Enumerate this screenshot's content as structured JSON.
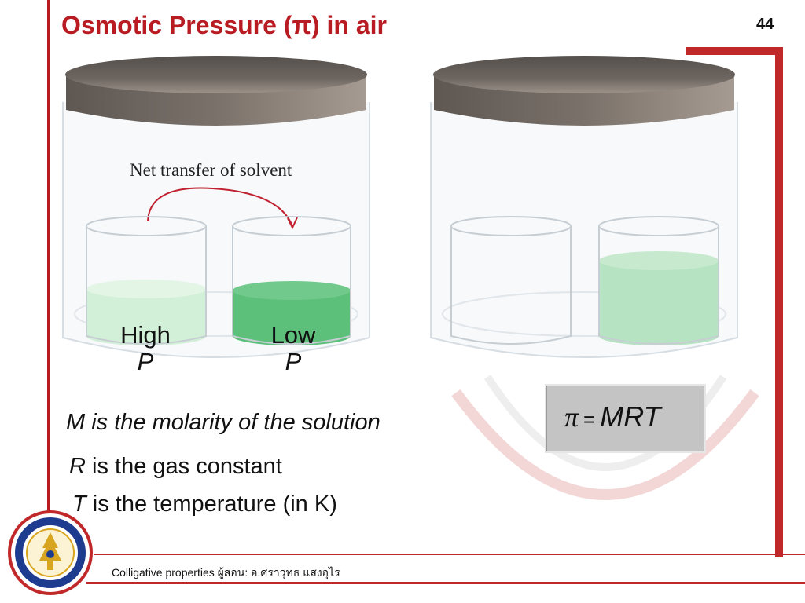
{
  "slide": {
    "title": "Osmotic Pressure (π) in air",
    "page_number": "44"
  },
  "diagram": {
    "arrow_label": "Net transfer of solvent",
    "left_beaker": {
      "line1": "High",
      "line2": "P"
    },
    "right_beaker": {
      "line1": "Low",
      "line2": "P"
    }
  },
  "formula": {
    "pi": "π",
    "equals": "=",
    "rhs": "MRT"
  },
  "definitions": {
    "m_line": "M is the molarity of the solution",
    "r_symbol": "R",
    "r_text": "is the gas constant",
    "t_symbol": "T",
    "t_text": "is the temperature (in K)"
  },
  "footer": {
    "text": "Colligative properties ผู้สอน: อ.ศราวุทธ แสงอุไร"
  },
  "colors": {
    "accent_red": "#b81c22",
    "light_solution": "#cdebd2",
    "dark_solution": "#5cbf7a",
    "formula_box": "#c4c4c4"
  }
}
